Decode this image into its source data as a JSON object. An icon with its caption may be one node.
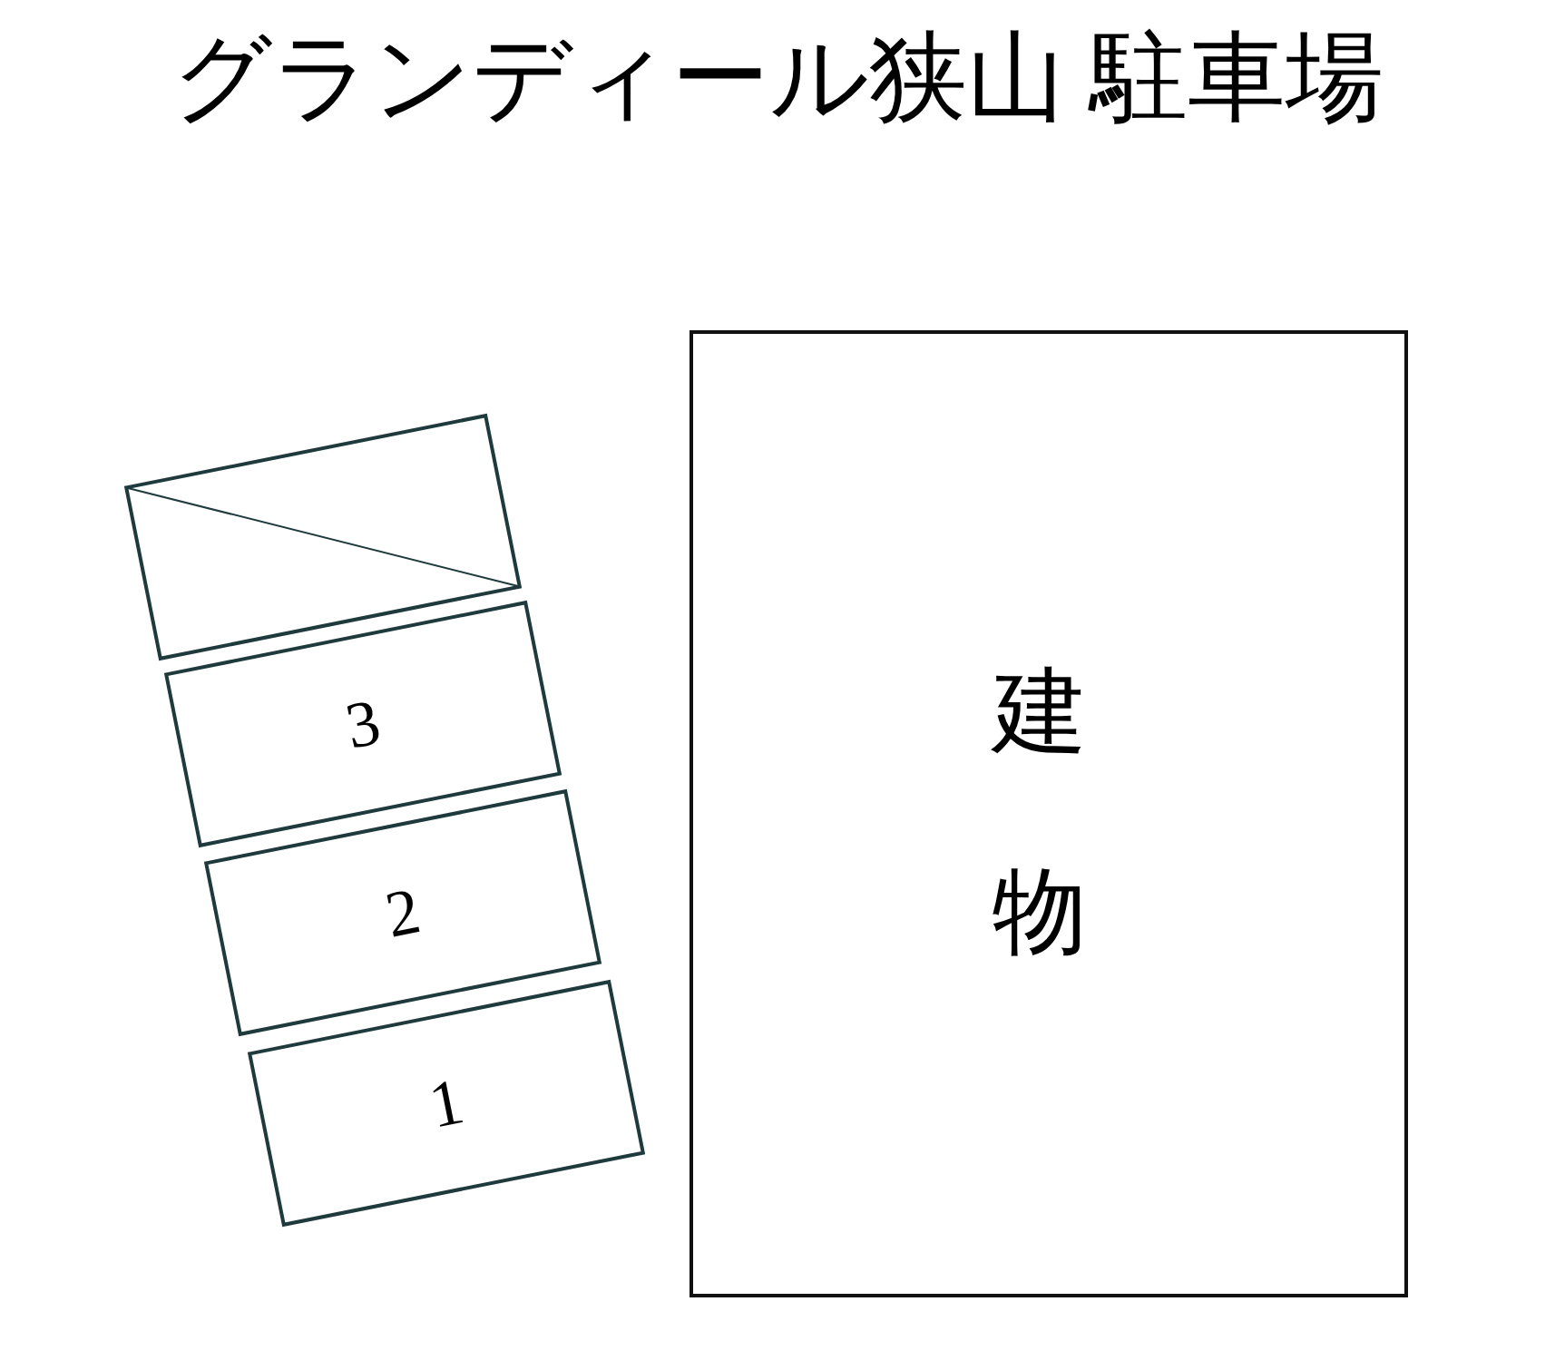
{
  "diagram": {
    "title": "グランディール狭山 駐車場",
    "nodes": [
      {
        "text": [],
        "shape": "box"
      },
      {
        "text": [
          "3"
        ]
      },
      {
        "text": [
          "2"
        ]
      },
      {
        "text": [
          "1"
        ]
      },
      {
        "text": [
          "建物"
        ]
      }
    ]
  }
}
